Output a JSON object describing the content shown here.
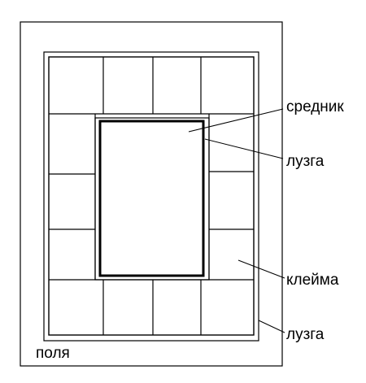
{
  "labels": {
    "srednik": "средник",
    "luzga_inner": "лузга",
    "kleima": "клейма",
    "luzga_outer": "лузга",
    "polya": "поля"
  },
  "colors": {
    "stroke": "#000000",
    "background": "#ffffff"
  }
}
